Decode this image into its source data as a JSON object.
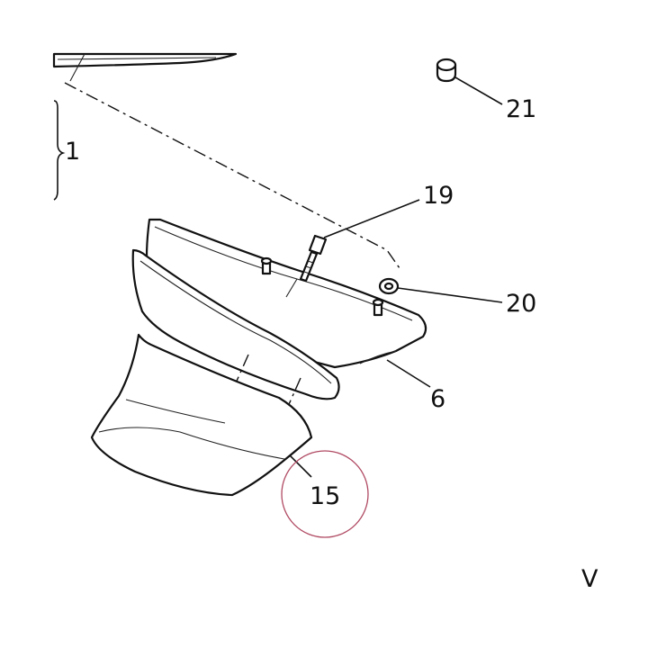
{
  "callouts": {
    "c1": "1",
    "c6": "6",
    "c15": "15",
    "c19": "19",
    "c20": "20",
    "c21": "21",
    "edge": "V"
  },
  "colors": {
    "line": "#111111",
    "highlight_circle": "#b04a63"
  }
}
